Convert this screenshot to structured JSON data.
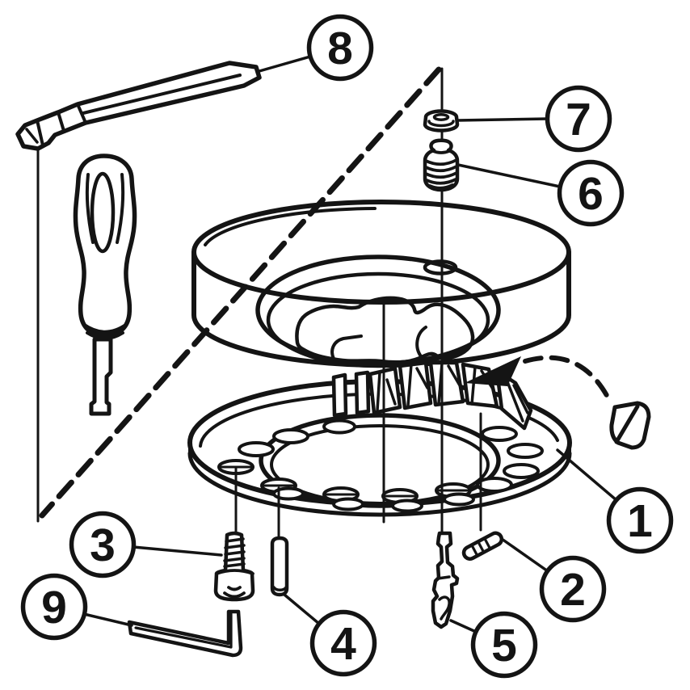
{
  "figure": {
    "kind": "exploded assembly diagram",
    "background_color": "#ffffff",
    "line_color": "#141414"
  },
  "callouts": [
    {
      "label": "1"
    },
    {
      "label": "2"
    },
    {
      "label": "3"
    },
    {
      "label": "4"
    },
    {
      "label": "5"
    },
    {
      "label": "6"
    },
    {
      "label": "7"
    },
    {
      "label": "8"
    },
    {
      "label": "9"
    }
  ]
}
